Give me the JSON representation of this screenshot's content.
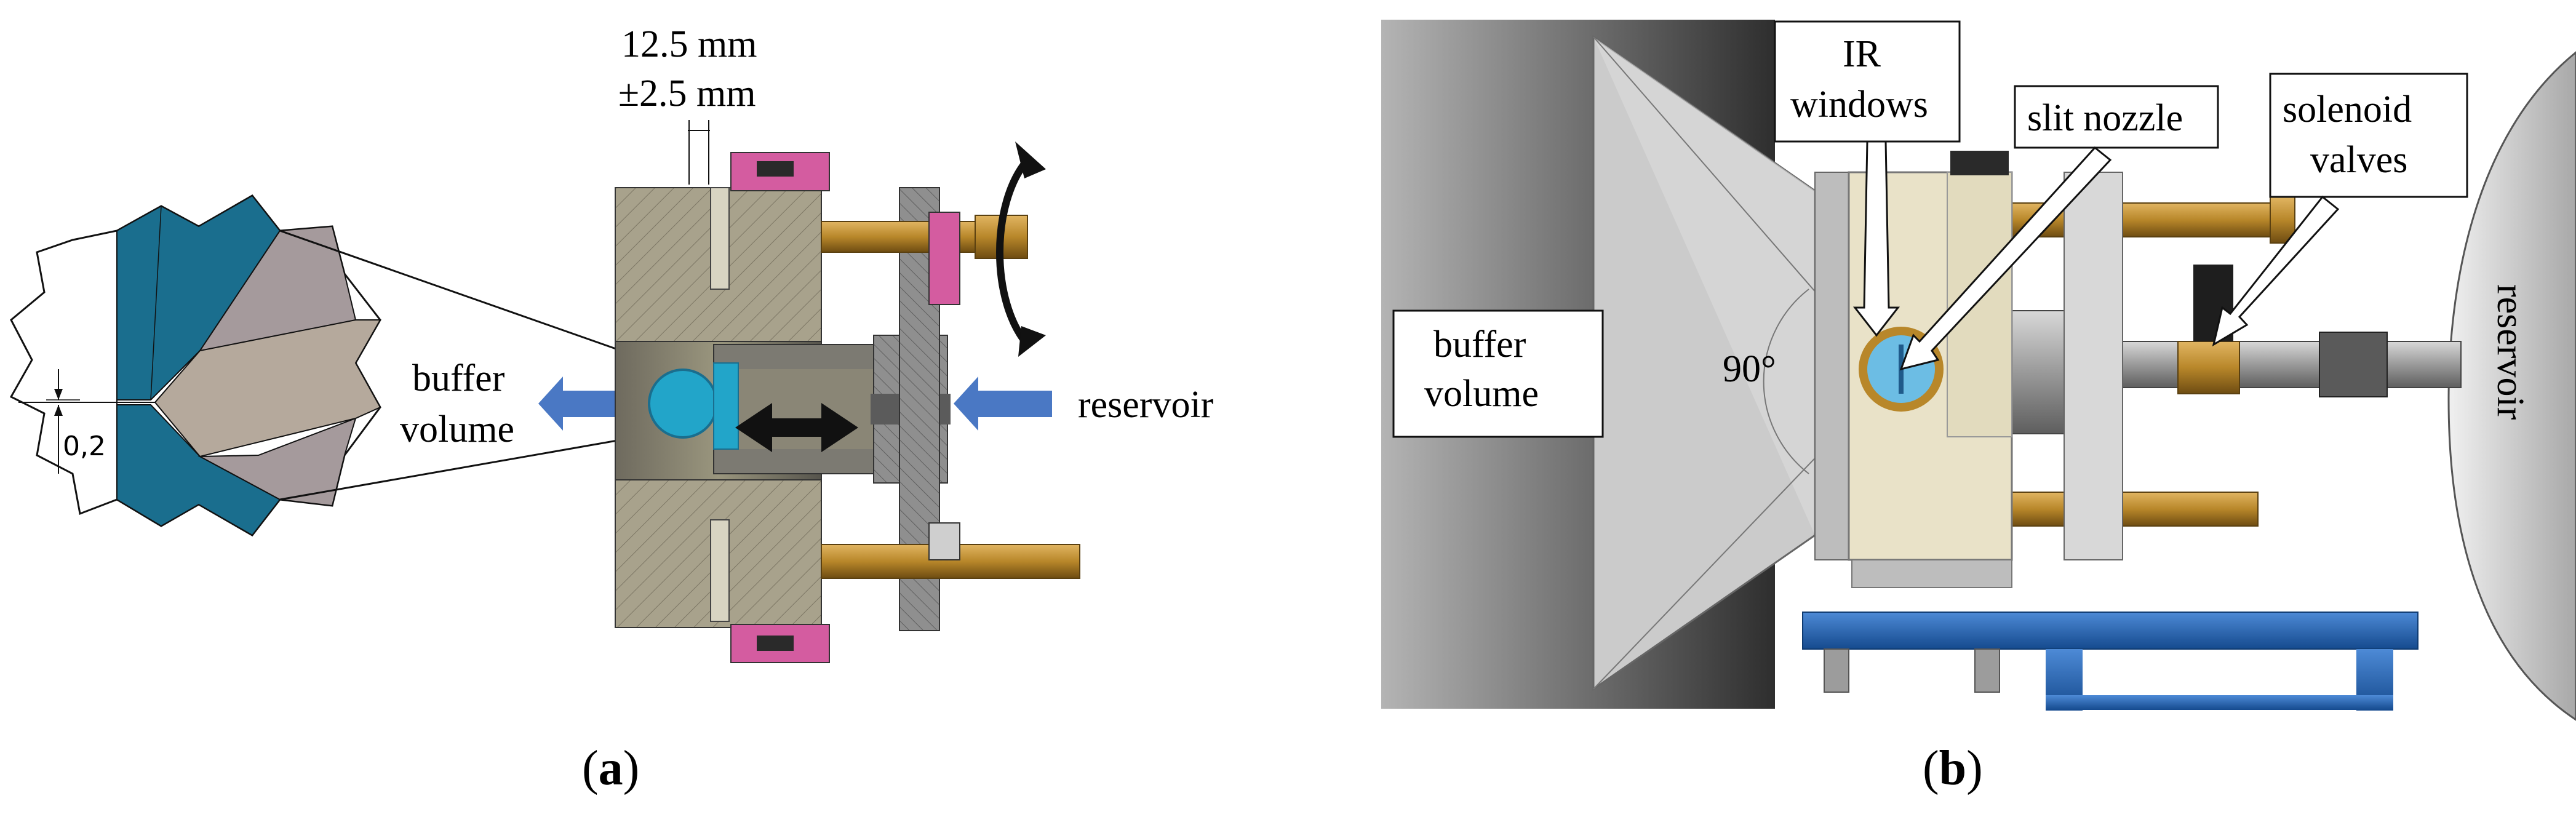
{
  "panel_a": {
    "dimension_value": "12.5 mm",
    "dimension_tolerance": "±2.5 mm",
    "gap_label": "0,2",
    "buffer_label_line1": "buffer",
    "buffer_label_line2": "volume",
    "reservoir_label": "reservoir",
    "caption_open": "(",
    "caption_letter": "a",
    "caption_close": ")"
  },
  "panel_b": {
    "buffer_label_line1": "buffer",
    "buffer_label_line2": "volume",
    "angle_label": "90°",
    "ir_label_line1": "IR",
    "ir_label_line2": "windows",
    "slit_label": "slit nozzle",
    "solenoid_label_line1": "solenoid",
    "solenoid_label_line2": "valves",
    "reservoir_label": "reservoir",
    "caption_open": "(",
    "caption_letter": "b",
    "caption_close": ")"
  },
  "colors": {
    "nozzle_blue": "#1a6e8e",
    "nozzle_taupe": "#b5a99c",
    "nozzle_grey": "#a59a9c",
    "flow_arrow": "#4a78c4",
    "housing_khaki": "#a59f88",
    "brass": "#b8872a",
    "magenta": "#d45ca0",
    "cream": "#e9e2c8",
    "rail_blue": "#1f5fb0"
  }
}
